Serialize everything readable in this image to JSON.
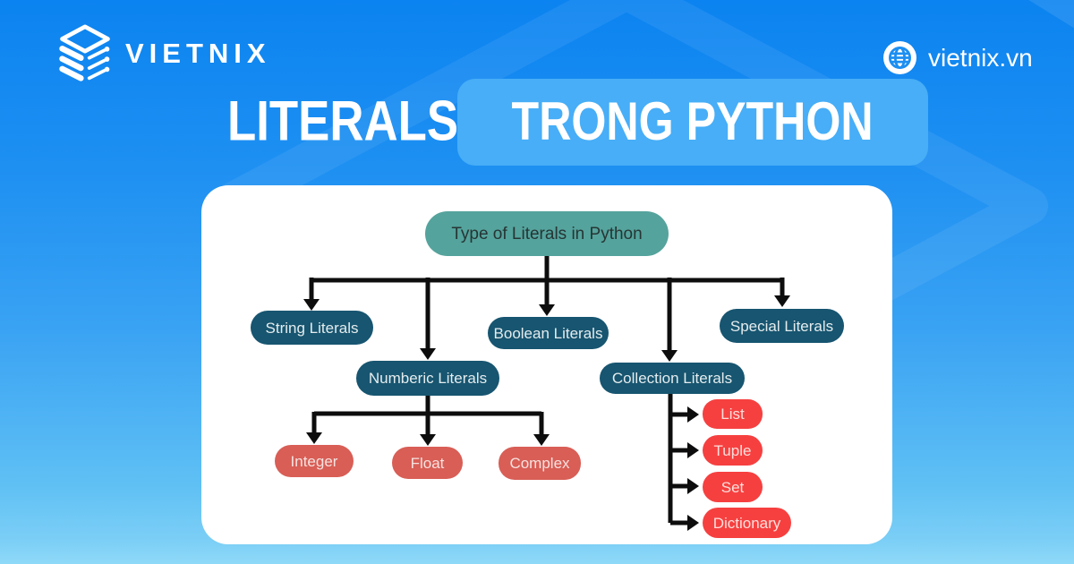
{
  "header": {
    "brand": "VIETNIX",
    "website": "vietnix.vn"
  },
  "title": {
    "main": "LITERALS",
    "highlight": "TRONG PYTHON"
  },
  "diagram": {
    "root": "Type of Literals in Python",
    "level1": [
      "String Literals",
      "Numberic Literals",
      "Boolean Literals",
      "Collection Literals",
      "Special Literals"
    ],
    "numeric_children": [
      "Integer",
      "Float",
      "Complex"
    ],
    "collection_children": [
      "List",
      "Tuple",
      "Set",
      "Dictionary"
    ]
  },
  "colors": {
    "background_top": "#0b83f0",
    "background_bottom": "#8fd9f8",
    "title_box": "#47aef7",
    "card": "#ffffff",
    "root_node": "#55a39d",
    "category_node": "#175570",
    "numeric_leaf": "#d85e56",
    "collection_leaf": "#f64040",
    "connector": "#0d0d0d"
  }
}
